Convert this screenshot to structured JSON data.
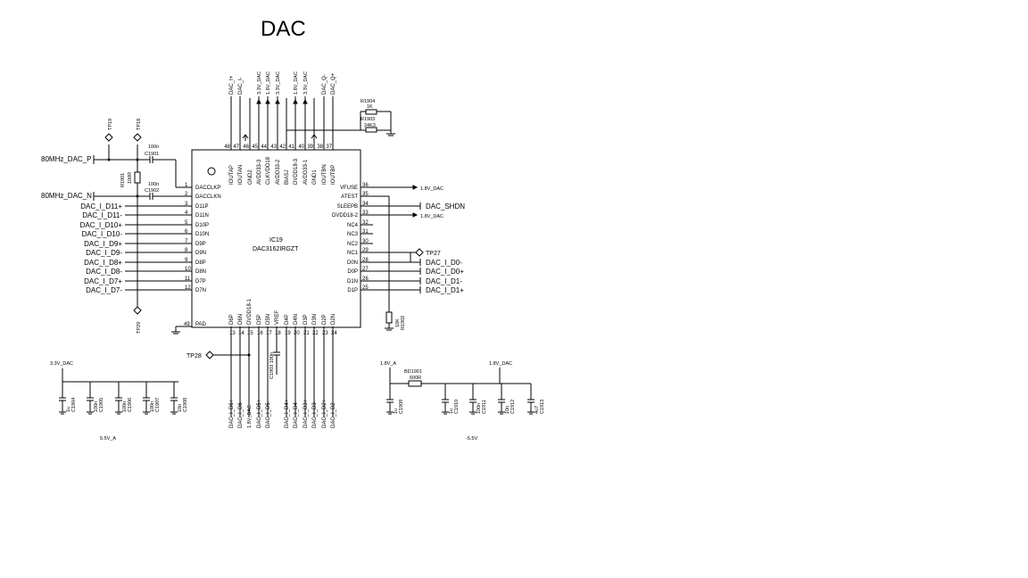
{
  "title": "DAC",
  "chip": {
    "ref": "IC19",
    "part": "DAC3162IRGZT"
  },
  "left_pins": [
    {
      "name": "DACCLKP",
      "num": "1"
    },
    {
      "name": "DACCLKN",
      "num": "2"
    },
    {
      "name": "D11P",
      "num": "3"
    },
    {
      "name": "D11N",
      "num": "4"
    },
    {
      "name": "D10P",
      "num": "5"
    },
    {
      "name": "D10N",
      "num": "6"
    },
    {
      "name": "D9P",
      "num": "7"
    },
    {
      "name": "D9N",
      "num": "8"
    },
    {
      "name": "D8P",
      "num": "9"
    },
    {
      "name": "D8N",
      "num": "10"
    },
    {
      "name": "D7P",
      "num": "11"
    },
    {
      "name": "D7N",
      "num": "12"
    }
  ],
  "left_nets": [
    "DAC_I_D11+",
    "DAC_I_D11-",
    "DAC_I_D10+",
    "DAC_I_D10-",
    "DAC_I_D9+",
    "DAC_I_D9-",
    "DAC_I_D8+",
    "DAC_I_D8-",
    "DAC_I_D7+",
    "DAC_I_D7-"
  ],
  "pad_pin": {
    "name": "PAD",
    "num": "49"
  },
  "right_pins": [
    {
      "name": "VFUSE",
      "num": "36"
    },
    {
      "name": "ATEST",
      "num": "35"
    },
    {
      "name": "SLEEPB",
      "num": "34"
    },
    {
      "name": "DVDD18-2",
      "num": "33"
    },
    {
      "name": "NC4",
      "num": "32"
    },
    {
      "name": "NC3",
      "num": "31"
    },
    {
      "name": "NC2",
      "num": "30"
    },
    {
      "name": "NC1",
      "num": "29"
    },
    {
      "name": "D0N",
      "num": "28"
    },
    {
      "name": "D0P",
      "num": "27"
    },
    {
      "name": "D1N",
      "num": "26"
    },
    {
      "name": "D1P",
      "num": "25"
    }
  ],
  "right_nets": {
    "vfuse": "1.8V_DAC",
    "sleepb": "DAC_SHDN",
    "dvdd": "1.8V_DAC",
    "d0n": "DAC_I_D0-",
    "d0p": "DAC_I_D0+",
    "d1n": "DAC_I_D1-",
    "d1p": "DAC_I_D1+"
  },
  "top_pins": [
    {
      "name": "IOUTAP",
      "num": "48"
    },
    {
      "name": "IOUTAN",
      "num": "47"
    },
    {
      "name": "GND2",
      "num": "46"
    },
    {
      "name": "AVDD33-3",
      "num": "45"
    },
    {
      "name": "CLKVDD18",
      "num": "44"
    },
    {
      "name": "AVDD33-2",
      "num": "43"
    },
    {
      "name": "BIASJ",
      "num": "42"
    },
    {
      "name": "DVDD18-3",
      "num": "41"
    },
    {
      "name": "AVDD33-1",
      "num": "40"
    },
    {
      "name": "GND1",
      "num": "39"
    },
    {
      "name": "IOUTBN",
      "num": "38"
    },
    {
      "name": "IOUTBP",
      "num": "37"
    }
  ],
  "top_nets": [
    "DAC_I+",
    "DAC_I-",
    "3.3V_DAC",
    "1.8V_DAC",
    "3.3V_DAC",
    "1.8V_DAC",
    "3.3V_DAC",
    "DAC_Q-",
    "DAC_Q+"
  ],
  "bottom_pins": [
    {
      "name": "D6P",
      "num": "13"
    },
    {
      "name": "D6N",
      "num": "14"
    },
    {
      "name": "DVDD18-1",
      "num": "15"
    },
    {
      "name": "D5P",
      "num": "16"
    },
    {
      "name": "D5N",
      "num": "17"
    },
    {
      "name": "VREF",
      "num": "18"
    },
    {
      "name": "D4P",
      "num": "19"
    },
    {
      "name": "D4N",
      "num": "20"
    },
    {
      "name": "D3P",
      "num": "21"
    },
    {
      "name": "D3N",
      "num": "22"
    },
    {
      "name": "D2P",
      "num": "23"
    },
    {
      "name": "D2N",
      "num": "24"
    }
  ],
  "bottom_nets": [
    "DAC_I_D6+",
    "DAC_I_D6-",
    "1.8V_DAC",
    "DAC_I_D5+",
    "DAC_I_D5-",
    "DAC_I_D4+",
    "DAC_I_D4-",
    "DAC_I_D3+",
    "DAC_I_D3-",
    "DAC_I_D2+",
    "DAC_I_D2-"
  ],
  "clock": {
    "net_p": "80MHz_DAC_P",
    "net_n": "80MHz_DAC_N",
    "c1901": "C1901",
    "c1901_val": "100n",
    "c1902": "C1902",
    "c1902_val": "100n",
    "r1901": "R1901",
    "r1901_val": "100R"
  },
  "resistors": {
    "r1904": "R1904",
    "r1904_val": "1K",
    "r1903": "R1903",
    "r1903_val": "24K3",
    "r1902": "R1902",
    "r1902_val": "10K"
  },
  "vref_cap": "C1903 100n",
  "test_points": [
    "TP19",
    "TP18",
    "TP29",
    "TP27",
    "TP28"
  ],
  "supply_left": {
    "rail": "3.3V_DAC",
    "caps": [
      {
        "val": "1u",
        "ref": "C1904"
      },
      {
        "val": "100n",
        "ref": "C1905"
      },
      {
        "val": "100n",
        "ref": "C1906"
      },
      {
        "val": "100n",
        "ref": "C1907"
      },
      {
        "val": "10n",
        "ref": "C1908"
      }
    ]
  },
  "supply_right": {
    "rail_in": "1.8V_A",
    "rail_out": "1.8V_DAC",
    "bead": "BD1901",
    "bead_val": "600R",
    "caps": [
      {
        "val": "1u",
        "ref": "C1909"
      },
      {
        "val": "1u",
        "ref": "C1910"
      },
      {
        "val": "100n",
        "ref": "C1911"
      },
      {
        "val": "10n",
        "ref": "C1912"
      },
      {
        "val": "4u7",
        "ref": "C1913"
      }
    ]
  },
  "cut_labels": [
    "5.5V_A",
    "-5.5V"
  ]
}
